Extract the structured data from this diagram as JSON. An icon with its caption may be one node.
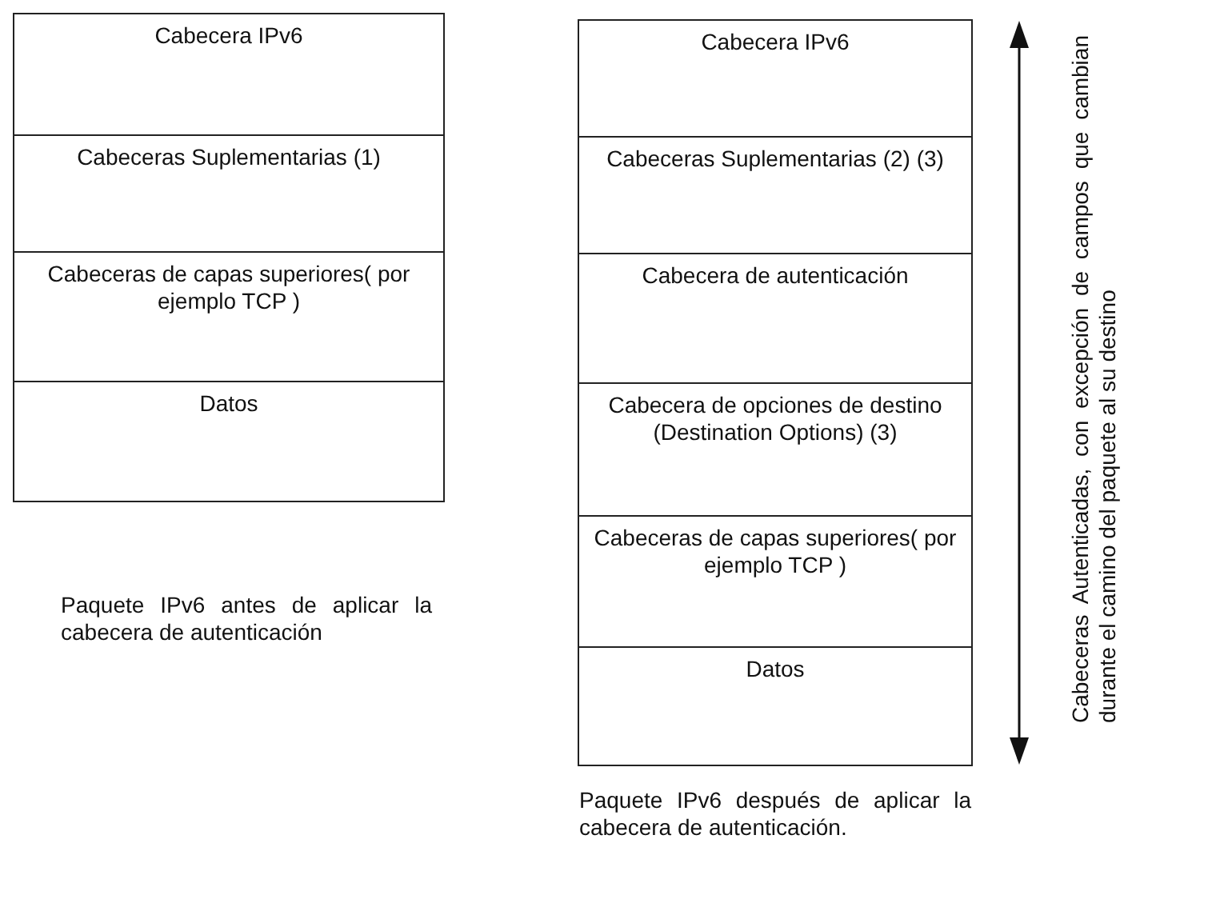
{
  "diagram": {
    "nodes": [
      {
        "text": [
          "Cabecera IPv6"
        ]
      },
      {
        "text": [
          "Cabeceras Suplementarias (1)"
        ]
      },
      {
        "text": [
          "Cabeceras de capas superiores( por ejemplo TCP )"
        ]
      },
      {
        "text": [
          "Datos"
        ]
      },
      {
        "text": [
          "Cabecera IPv6"
        ]
      },
      {
        "text": [
          "Cabeceras Suplementarias (2) (3)"
        ]
      },
      {
        "text": [
          "Cabecera de autenticación"
        ]
      },
      {
        "text": [
          "Cabecera de opciones de destino (Destination Options) (3)"
        ]
      },
      {
        "text": [
          "Cabeceras de capas superiores( por ejemplo TCP )"
        ]
      },
      {
        "text": [
          "Datos"
        ]
      }
    ],
    "labels": [
      "Cabeceras Autenticadas, con excepción de campos que cambian durante el camino del paquete al su destino",
      "Paquete IPv6 antes de aplicar la cabecera de autenticación",
      "Paquete IPv6 después de aplicar la cabecera de autenticación."
    ]
  }
}
